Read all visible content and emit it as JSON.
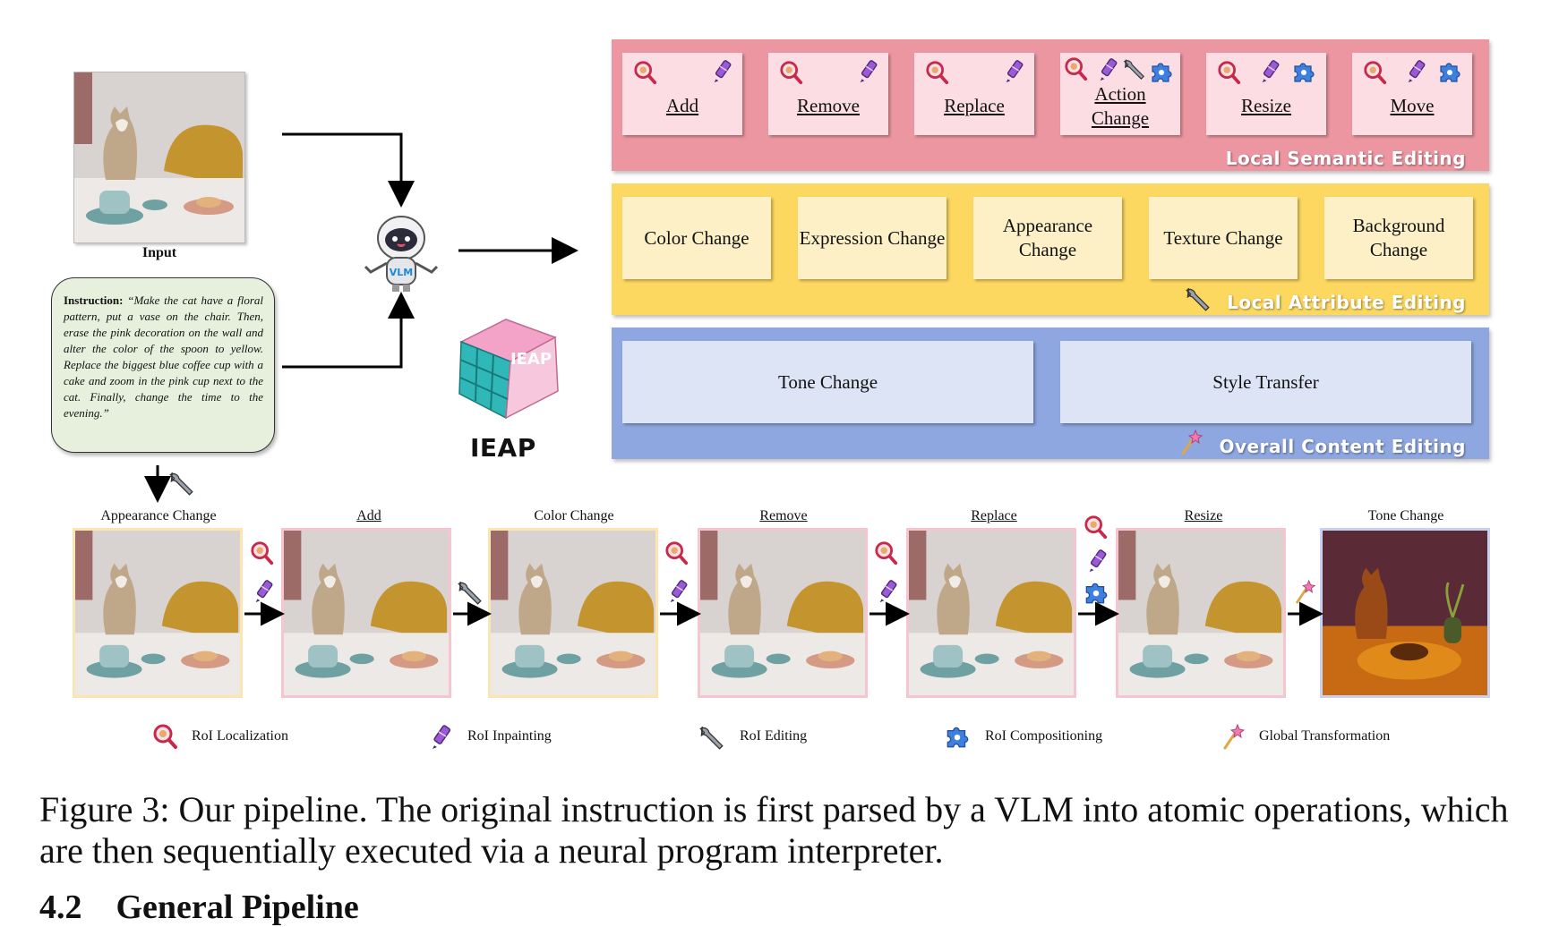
{
  "input": {
    "label": "Input",
    "instruction_prefix": "Instruction:",
    "instruction_text": "“Make the cat have a floral pattern, put a vase on the chair. Then, erase the pink decoration on the wall and alter the color of the spoon to yellow. Replace the biggest blue coffee cup with a cake and zoom in the pink cup next to the cat. Finally, change the time to the evening.”"
  },
  "vlm_badge": "VLM",
  "ieap_label": "IEAP",
  "panels": {
    "semantic": {
      "title": "Local Semantic Editing",
      "items": [
        "Add",
        "Remove",
        "Replace",
        "Action Change",
        "Resize",
        "Move"
      ]
    },
    "attribute": {
      "title": "Local Attribute Editing",
      "items": [
        "Color Change",
        "Expression Change",
        "Appearance Change",
        "Texture Change",
        "Background Change"
      ]
    },
    "overall": {
      "title": "Overall Content Editing",
      "items": [
        "Tone Change",
        "Style Transfer"
      ]
    }
  },
  "pipeline": {
    "steps": [
      "Appearance Change",
      "Add",
      "Color Change",
      "Remove",
      "Replace",
      "Resize",
      "Tone Change"
    ]
  },
  "legend": [
    "RoI Localization",
    "RoI Inpainting",
    "RoI Editing",
    "RoI Compositioning",
    "Global Transformation"
  ],
  "caption": "Figure 3: Our pipeline. The original instruction is first parsed by a VLM into atomic operations, which are then sequentially executed via a neural program interpreter.",
  "section_heading": "4.2 General Pipeline",
  "colors": {
    "semantic_panel": "#ec96a1",
    "attribute_panel": "#fdd860",
    "overall_panel": "#8ea7e0",
    "instruction_bg": "#e6f0dc"
  },
  "icons": [
    "magnifier-icon",
    "crayon-icon",
    "wrench-icon",
    "puzzle-icon",
    "magic-wand-icon",
    "robot-icon",
    "rubik-cube-icon"
  ]
}
